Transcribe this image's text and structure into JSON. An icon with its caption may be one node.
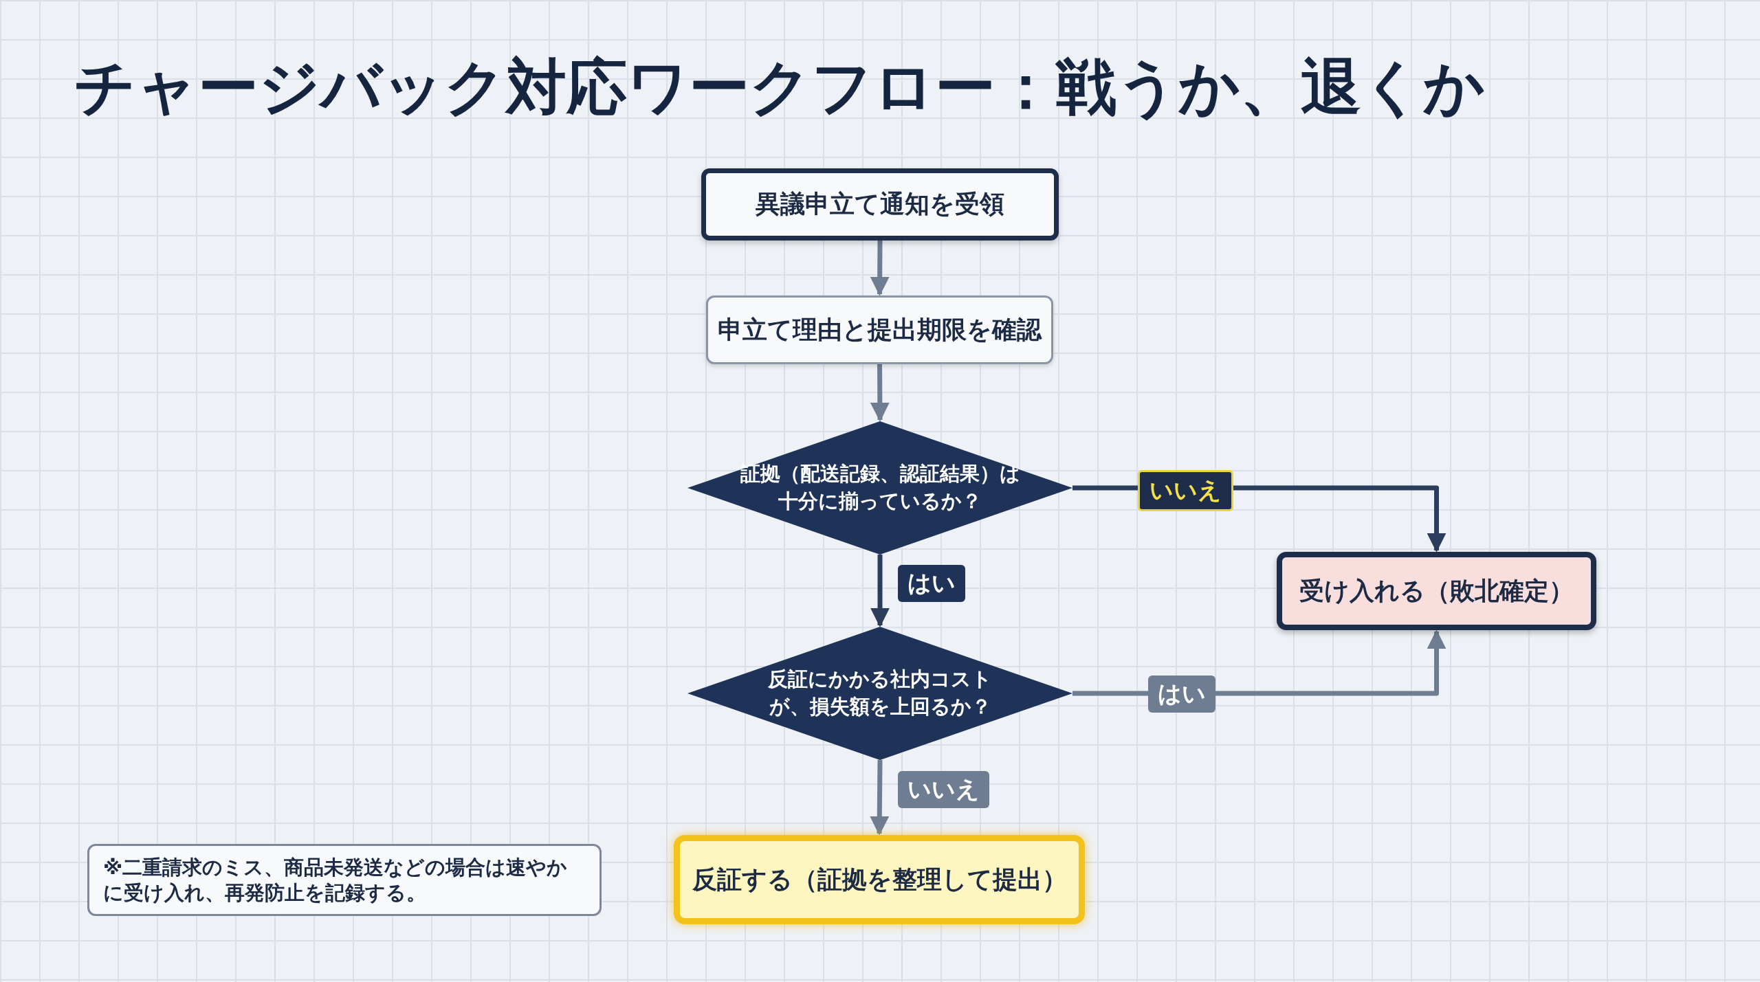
{
  "diagram": {
    "title": "チャージバック対応ワークフロー：戦うか、退くか",
    "nodes": [
      {
        "text": [
          "異議申立て通知を受領"
        ]
      },
      {
        "text": [
          "申立て理由と提出期限を確認"
        ]
      },
      {
        "text": [
          "証拠（配送記録、認証結果）は十分に揃っているか？"
        ]
      },
      {
        "text": [
          "受け入れる（敗北確定）"
        ]
      },
      {
        "text": [
          "反証にかかる社内コストが、損失額を上回るか？"
        ]
      },
      {
        "text": [
          "反証する（証拠を整理して提出）"
        ]
      },
      {
        "text": [
          "※二重請求のミス、商品未発送などの場合は速やかに受け入れ、再発防止を記録する。"
        ]
      }
    ],
    "edges": [
      {
        "from": 0,
        "to": 1,
        "arrow": "to"
      },
      {
        "from": 1,
        "to": 2,
        "arrow": "to"
      },
      {
        "from": 2,
        "to": 3,
        "arrow": "to",
        "label": "いいえ",
        "color": "#2b3d5c"
      },
      {
        "from": 2,
        "to": 4,
        "arrow": "to",
        "label": "はい",
        "color": "#2b3d5c"
      },
      {
        "from": 4,
        "to": 3,
        "arrow": "to",
        "label": "はい"
      },
      {
        "from": 4,
        "to": 5,
        "arrow": "to",
        "label": "いいえ"
      }
    ]
  }
}
